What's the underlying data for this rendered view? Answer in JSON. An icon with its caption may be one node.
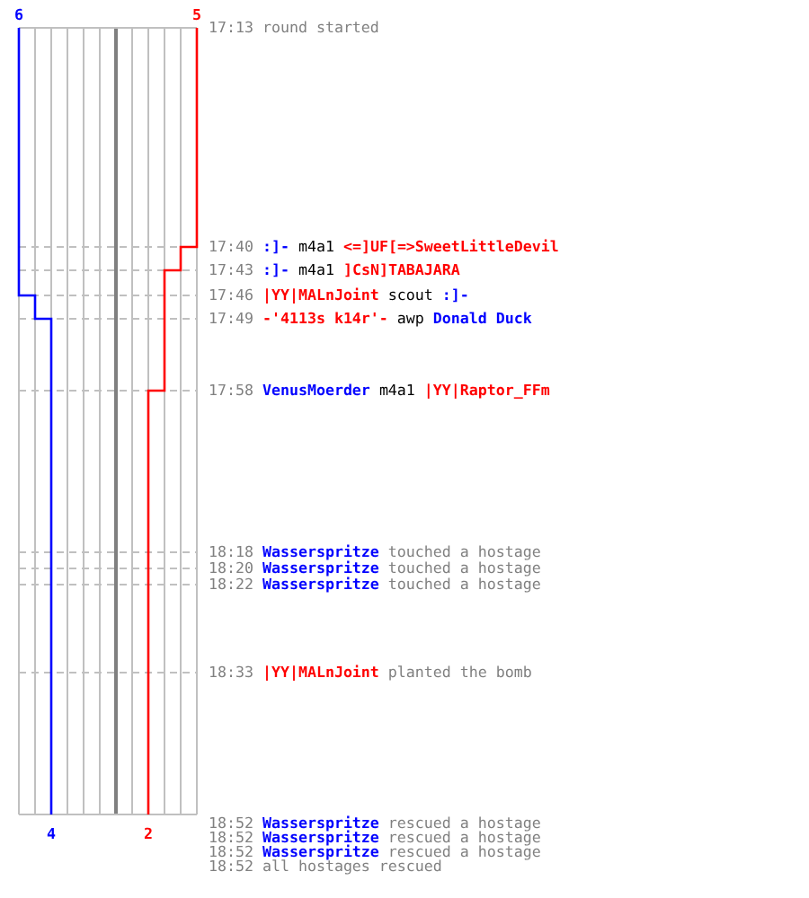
{
  "diagram": {
    "labels": [
      "6",
      "5",
      "17:13",
      "round started",
      "17:40",
      ":]-",
      "m4a1",
      "<=]UF[=>SweetLittleDevil",
      "17:43",
      ":]-",
      "m4a1",
      "]CsN]TABAJARA",
      "17:46",
      "|YY|MALnJoint",
      "scout",
      ":]-",
      "17:49",
      "-'4113s k14r'-",
      "awp",
      "Donald Duck",
      "17:58",
      "VenusMoerder",
      "m4a1",
      "|YY|Raptor_FFm",
      "18:18",
      "Wasserspritze",
      "touched a hostage",
      "18:20",
      "Wasserspritze",
      "touched a hostage",
      "18:22",
      "Wasserspritze",
      "touched a hostage",
      "18:33",
      "|YY|MALnJoint",
      "planted the bomb",
      "4",
      "2",
      "18:52",
      "Wasserspritze",
      "rescued a hostage",
      "18:52",
      "Wasserspritze",
      "rescued a hostage",
      "18:52",
      "Wasserspritze",
      "rescued a hostage",
      "18:52",
      "all hostages rescued"
    ]
  }
}
